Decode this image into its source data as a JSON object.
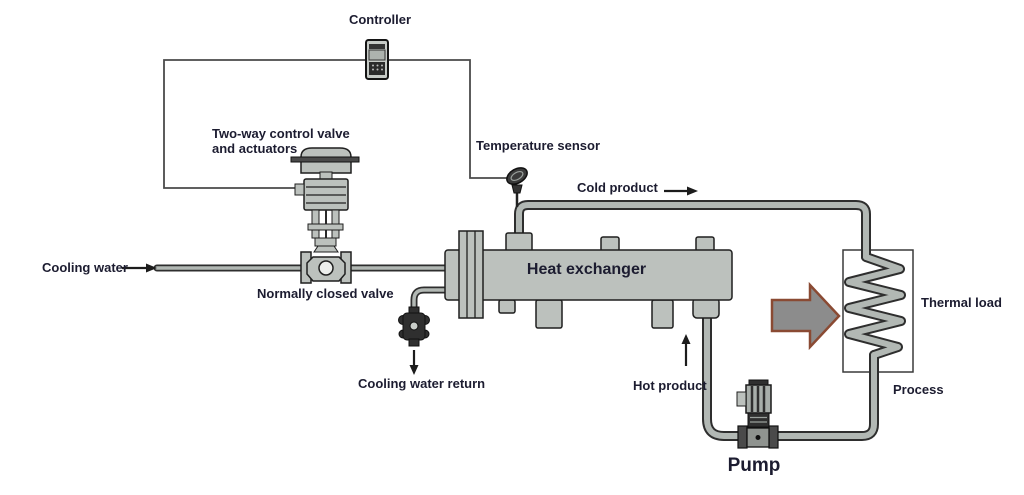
{
  "diagram": {
    "description": "Heat exchanger temperature control loop with cooling water, control valve, pump and thermal load process",
    "labels": {
      "controller": "Controller",
      "control_valve_line1": "Two-way control valve",
      "control_valve_line2": "and actuators",
      "temperature_sensor": "Temperature sensor",
      "cold_product": "Cold product",
      "cooling_water": "Cooling water",
      "normally_closed_valve": "Normally closed valve",
      "heat_exchanger": "Heat exchanger",
      "cooling_water_return": "Cooling water return",
      "hot_product": "Hot product",
      "thermal_load": "Thermal load",
      "process": "Process",
      "pump": "Pump"
    },
    "equipment": [
      "controller-device",
      "two-way-control-valve",
      "normally-closed-valve",
      "temperature-sensor",
      "heat-exchanger",
      "cooling-water-return-valve",
      "pump",
      "thermal-load-coil",
      "process-flow-arrow"
    ],
    "arrows": {
      "cooling_water": "right",
      "cold_product": "right",
      "hot_product": "up",
      "cooling_water_return": "down",
      "process_flow": "right"
    }
  },
  "colors": {
    "background": "#ffffff",
    "pipe_fill": "#b2b8b4",
    "pipe_outline": "#2e2e2e",
    "equipment_fill": "#bcc1bd",
    "equipment_outline": "#1f1f1f",
    "signal_line": "#4a4a4a",
    "text": "#1c1c30",
    "flow_arrow_fill": "#8c8c8c",
    "flow_arrow_outline": "#8a4a33"
  }
}
